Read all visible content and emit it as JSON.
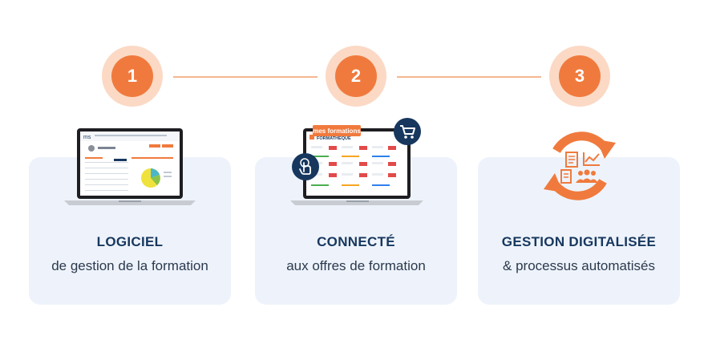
{
  "steps": [
    {
      "number": "1",
      "title": "LOGICIEL",
      "subtitle": "de gestion de la formation"
    },
    {
      "number": "2",
      "title": "CONNECTÉ",
      "subtitle": "aux offres de formation"
    },
    {
      "number": "3",
      "title": "GESTION DIGITALISÉE",
      "subtitle": "& processus automatisés"
    }
  ],
  "illustrations": {
    "software_logo": "ms",
    "formations_tag": "mes formations",
    "formations_brand": "FORMATHEQUE"
  },
  "colors": {
    "accent": "#f07a3d",
    "accent_light": "#fbd9c5",
    "navy": "#17375e",
    "card_bg": "#eef3fb"
  },
  "icons": [
    "cart-icon",
    "touch-icon",
    "refresh-arrows-icon",
    "document-icon",
    "chart-icon",
    "team-icon"
  ]
}
